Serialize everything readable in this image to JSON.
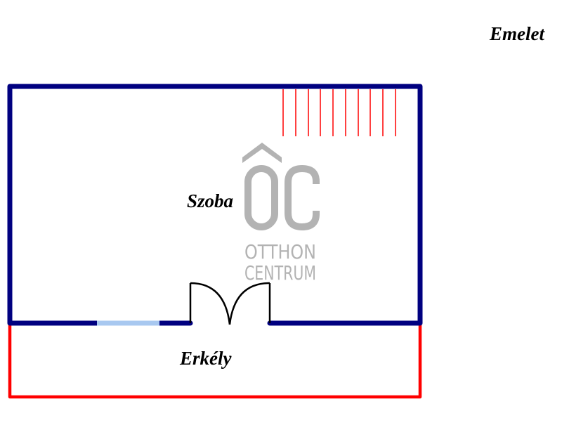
{
  "floor_label": "Emelet",
  "rooms": {
    "room": "Szoba",
    "balcony": "Erkély"
  },
  "watermark": {
    "logo": "ÔC",
    "line1": "OTTHON",
    "line2": "CENTRUM"
  },
  "colors": {
    "wall": "#000080",
    "balcony_railing": "#ff0000",
    "stairs": "#ff0000",
    "window": "#a8c8f0",
    "door": "#000000",
    "watermark": "#b3b3b3"
  },
  "stairs": {
    "count": 10
  }
}
